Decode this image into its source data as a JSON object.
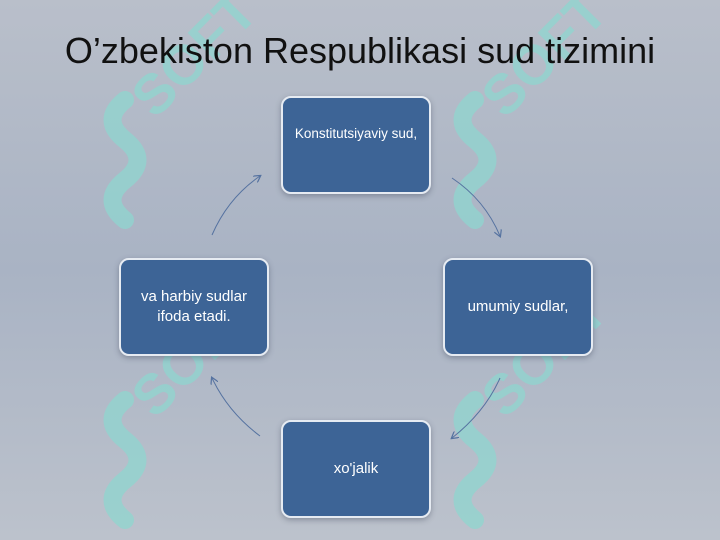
{
  "title": "O’zbekiston Respublikasi sud tizimini",
  "nodes": {
    "top": "Konstitutsiyaviy sud,",
    "right": "umumiy sudlar,",
    "bottom": "xo'jalik",
    "left": "va harbiy sudlar ifoda etadi."
  },
  "watermark": {
    "text": "SOFT",
    "color": "#8fd6cf"
  }
}
